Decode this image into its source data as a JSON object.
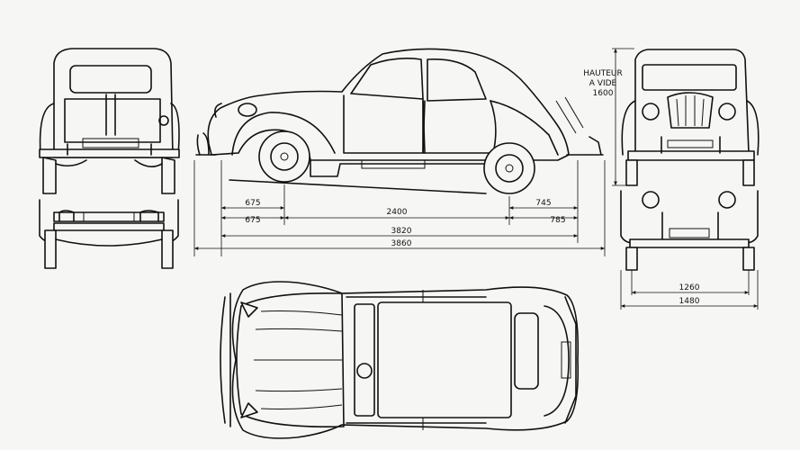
{
  "height_note": {
    "line1": "HAUTEUR",
    "line2": "A VIDE",
    "line3": "1600"
  },
  "side_dimensions": {
    "front_overhang_top": "675",
    "front_overhang_bottom": "675",
    "wheelbase": "2400",
    "rear_overhang_top": "745",
    "rear_overhang_bottom": "785",
    "length_body": "3820",
    "length_overall": "3860"
  },
  "track_dimensions": {
    "track": "1260",
    "width": "1480"
  }
}
